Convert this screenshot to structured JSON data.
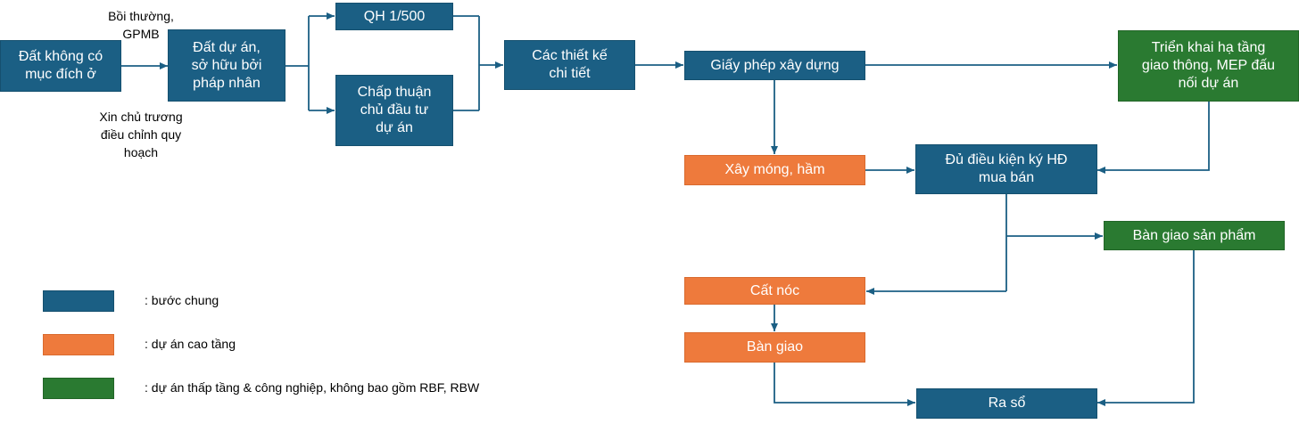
{
  "boxes": {
    "dat_khong_co": "Đất không có\nmục đích ở",
    "dat_du_an": "Đất dự án,\nsở hữu bởi\npháp nhân",
    "qh": "QH 1/500",
    "chap_thuan": "Chấp thuận\nchủ đầu tư\ndự án",
    "thiet_ke": "Các thiết kế\nchi tiết",
    "giay_phep": "Giấy phép xây dựng",
    "trien_khai": "Triển khai hạ tầng\ngiao thông, MEP đấu\nnối dự án",
    "xay_mong": "Xây móng, hầm",
    "du_dieu_kien": "Đủ điều kiện ký HĐ\nmua bán",
    "ban_giao_sp": "Bàn giao sản phẩm",
    "cat_noc": "Cất nóc",
    "ban_giao": "Bàn giao",
    "ra_so": "Ra sổ"
  },
  "notes": {
    "boi_thuong": "Bồi thường,\nGPMB",
    "xin_chu_truong": "Xin chủ trương\nđiều chỉnh quy\nhoạch"
  },
  "legend": [
    {
      "label": ": bước chung",
      "color": "#1b5f84"
    },
    {
      "label": ": dự án cao tầng",
      "color": "#ee7a3c"
    },
    {
      "label": ": dự án thấp tầng & công nghiệp, không bao gồm RBF, RBW",
      "color": "#2a7a31"
    }
  ]
}
